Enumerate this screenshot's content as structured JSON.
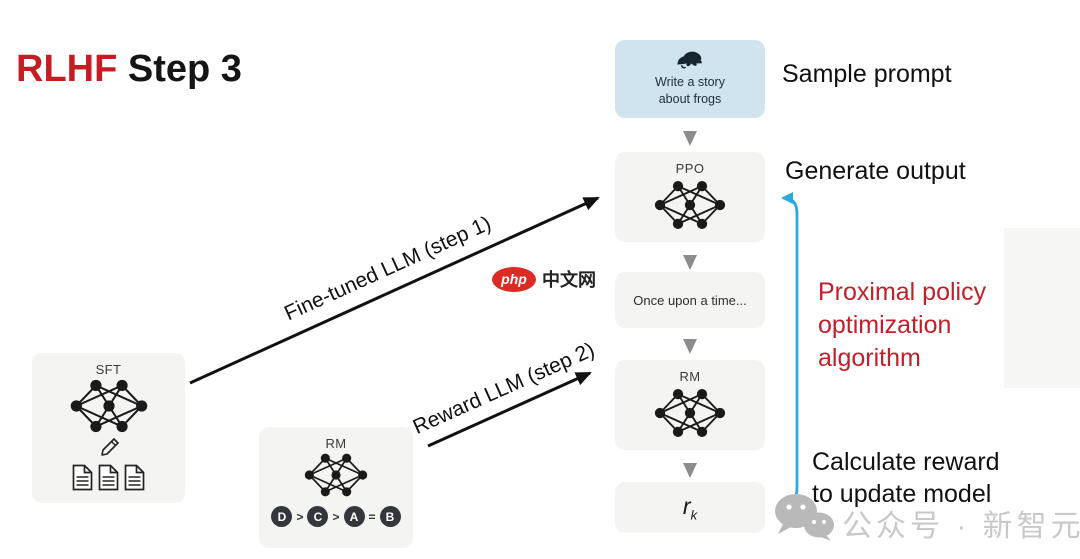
{
  "title": {
    "highlight": "RLHF",
    "rest": " Step 3"
  },
  "pipeline": {
    "prompt_box": {
      "line1": "Write a story",
      "line2": "about frogs"
    },
    "policy_box": {
      "label": "PPO"
    },
    "output_box": {
      "text": "Once upon a time..."
    },
    "reward_model_box": {
      "label": "RM"
    },
    "reward_value_box": {
      "symbol": "r",
      "subscript": "k"
    }
  },
  "sft_box": {
    "label": "SFT"
  },
  "ranked_rm_box": {
    "label": "RM",
    "ranking": {
      "c1": "D",
      "op1": ">",
      "c2": "C",
      "op2": ">",
      "c3": "A",
      "op3": "=",
      "c4": "B"
    }
  },
  "annotations": {
    "sample_prompt": "Sample prompt",
    "generate_output": "Generate output",
    "ppo_algorithm": {
      "line1": "Proximal policy",
      "line2": "optimization",
      "line3": "algorithm"
    },
    "calculate_reward": {
      "line1": "Calculate reward",
      "line2": "to update model"
    }
  },
  "arrow_labels": {
    "fine_tuned_llm": "Fine-tuned LLM (step 1)",
    "reward_llm": "Reward LLM (step 2)"
  },
  "watermarks": {
    "php_site": {
      "badge": "php",
      "name": "中文网"
    },
    "wechat_account": "公众号 · 新智元"
  },
  "colors": {
    "accent_red": "#c1202b",
    "cyan_arrow": "#29a9e2",
    "prompt_box_bg": "#cfe4ee",
    "box_bg": "#f4f4f3"
  }
}
